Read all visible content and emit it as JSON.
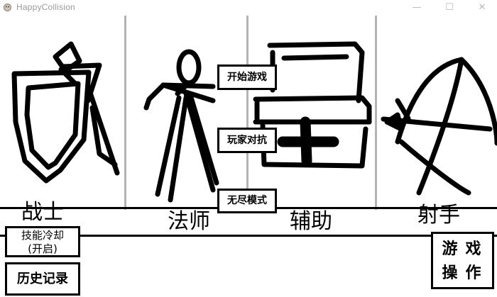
{
  "window": {
    "title": "HappyCollision",
    "minimize_glyph": "—",
    "maximize_glyph": "☐",
    "close_glyph": "✕"
  },
  "roles": {
    "warrior": "战士",
    "mage": "法师",
    "support": "辅助",
    "archer": "射手"
  },
  "menu": {
    "start_game": "开始游戏",
    "pvp": "玩家对抗",
    "endless": "无尽模式"
  },
  "bottom": {
    "skill_cooldown_line1": "技能冷却",
    "skill_cooldown_line2": "(开启)",
    "history": "历史记录",
    "controls_line1": "游戏",
    "controls_line2": "操作"
  },
  "icons": {
    "app": "app-icon",
    "warrior": "shield-sword-icon",
    "mage": "staff-figure-icon",
    "support": "medkit-icon",
    "archer": "bow-arrow-icon"
  },
  "colors": {
    "ink": "#000000",
    "divider": "#b3b3b3",
    "title_text": "#9a9a9a",
    "background": "#ffffff"
  }
}
